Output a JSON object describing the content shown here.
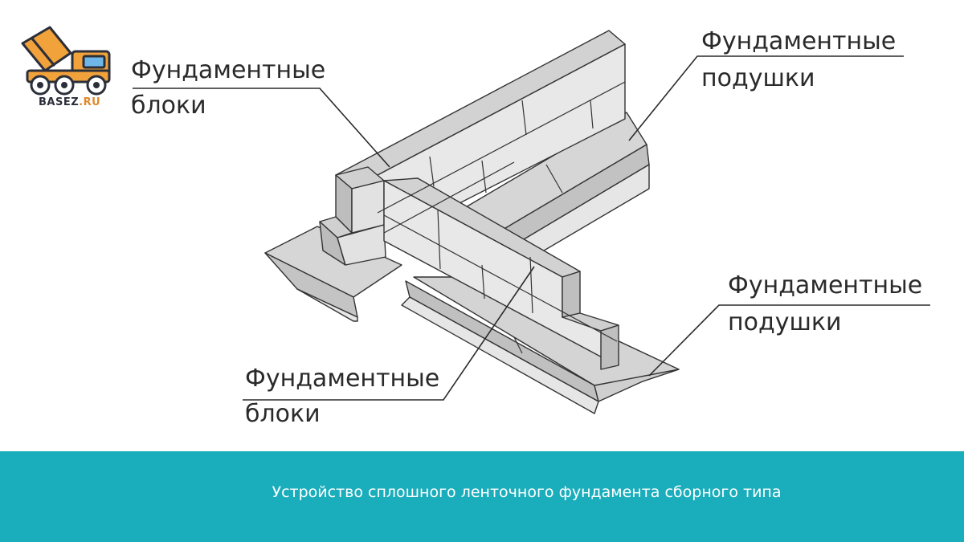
{
  "brand": {
    "logo_name": "BASEZ",
    "logo_tld": ".RU",
    "icon": "concrete-mixer-truck-icon"
  },
  "labels": {
    "blocks_top": [
      "Фундаментные",
      "блоки"
    ],
    "pads_top": [
      "Фундаментные",
      "подушки"
    ],
    "pads_bottom": [
      "Фундаментные",
      "подушки"
    ],
    "blocks_bottom": [
      "Фундаментные",
      "блоки"
    ]
  },
  "caption": "Устройство сплошного ленточного фундамента сборного типа",
  "colors": {
    "caption_bar": "#1aadbb",
    "block_top": "#d0d0d0",
    "block_side": "#e4e4e4",
    "block_dark": "#a9a9a9",
    "outline": "#3a3a3a"
  }
}
